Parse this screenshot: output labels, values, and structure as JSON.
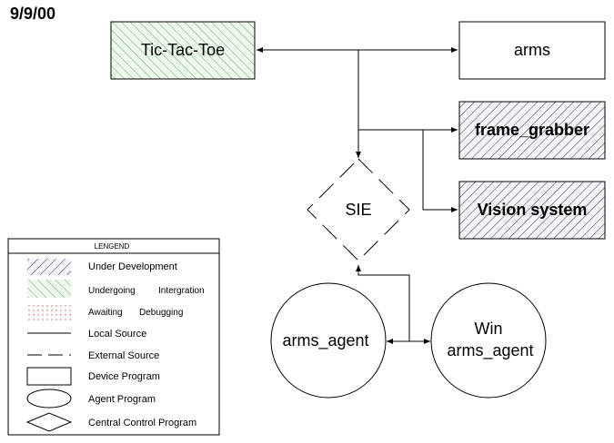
{
  "date": "9/9/00",
  "nodes": {
    "tictactoe": {
      "label": "Tic-Tac-Toe",
      "status": "Undergoing Intergration",
      "kind": "Device Program"
    },
    "arms": {
      "label": "arms",
      "status": "",
      "kind": "Device Program"
    },
    "frame_grabber": {
      "label": "frame_grabber",
      "status": "Under Development",
      "kind": "Device Program"
    },
    "vision": {
      "label": "Vision system",
      "status": "Under Development",
      "kind": "Device Program"
    },
    "sie": {
      "label": "SIE",
      "status": "",
      "kind": "Central Control Program"
    },
    "arms_agent": {
      "label": "arms_agent",
      "kind": "Agent Program"
    },
    "win_agent": {
      "label_line1": "Win",
      "label_line2": "arms_agent",
      "kind": "Agent Program"
    }
  },
  "legend": {
    "title": "LENGEND",
    "items": [
      {
        "label": "Under Development",
        "symbol": "hatch-forward"
      },
      {
        "label_a": "Undergoing",
        "label_b": "Intergration",
        "symbol": "hatch-back-green"
      },
      {
        "label_a": "Awaiting",
        "label_b": "Debugging",
        "symbol": "dots-red"
      },
      {
        "label": "Local Source",
        "symbol": "solid-line"
      },
      {
        "label": "External Source",
        "symbol": "dashed-line"
      },
      {
        "label": "Device Program",
        "symbol": "rectangle"
      },
      {
        "label": "Agent Program",
        "symbol": "ellipse"
      },
      {
        "label": "Central Control Program",
        "symbol": "diamond"
      }
    ]
  },
  "colors": {
    "integration_hatch": "#5fae5f",
    "integration_fill": "#eef8ee",
    "dev_hatch": "#333333",
    "dev_fill": "#f4f4fa",
    "debug_dots": "#d05050"
  }
}
